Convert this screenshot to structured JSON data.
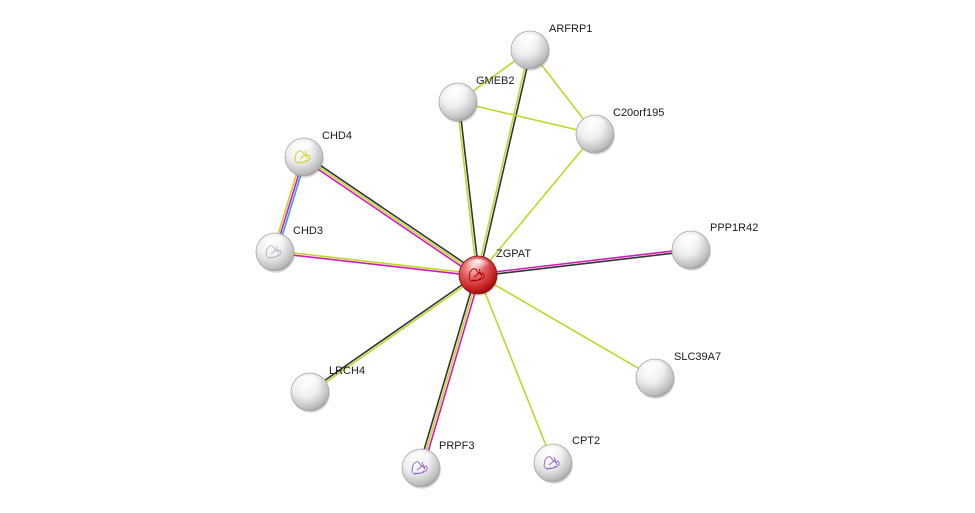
{
  "nodes": [
    {
      "id": "ZGPAT",
      "label": "ZGPAT",
      "kind": "query",
      "glyph": "structure-red"
    },
    {
      "id": "ARFRP1",
      "label": "ARFRP1",
      "kind": "neighbor",
      "glyph": "none"
    },
    {
      "id": "GMEB2",
      "label": "GMEB2",
      "kind": "neighbor",
      "glyph": "none"
    },
    {
      "id": "C20orf195",
      "label": "C20orf195",
      "kind": "neighbor",
      "glyph": "none"
    },
    {
      "id": "CHD4",
      "label": "CHD4",
      "kind": "neighbor",
      "glyph": "structure-yellow"
    },
    {
      "id": "CHD3",
      "label": "CHD3",
      "kind": "neighbor",
      "glyph": "structure-gray"
    },
    {
      "id": "PPP1R42",
      "label": "PPP1R42",
      "kind": "neighbor",
      "glyph": "none"
    },
    {
      "id": "SLC39A7",
      "label": "SLC39A7",
      "kind": "neighbor",
      "glyph": "none"
    },
    {
      "id": "LRCH4",
      "label": "LRCH4",
      "kind": "neighbor",
      "glyph": "none"
    },
    {
      "id": "PRPF3",
      "label": "PRPF3",
      "kind": "neighbor",
      "glyph": "structure-purple"
    },
    {
      "id": "CPT2",
      "label": "CPT2",
      "kind": "neighbor",
      "glyph": "structure-purple"
    }
  ],
  "edges": [
    {
      "from": "ZGPAT",
      "to": "ARFRP1",
      "evidence": [
        "textmining",
        "coexpression"
      ]
    },
    {
      "from": "ZGPAT",
      "to": "GMEB2",
      "evidence": [
        "textmining",
        "coexpression"
      ]
    },
    {
      "from": "ZGPAT",
      "to": "C20orf195",
      "evidence": [
        "textmining"
      ]
    },
    {
      "from": "ZGPAT",
      "to": "CHD4",
      "evidence": [
        "experiments",
        "textmining",
        "coexpression"
      ]
    },
    {
      "from": "ZGPAT",
      "to": "CHD3",
      "evidence": [
        "experiments",
        "textmining"
      ]
    },
    {
      "from": "ZGPAT",
      "to": "PPP1R42",
      "evidence": [
        "experiments",
        "coexpression"
      ]
    },
    {
      "from": "ZGPAT",
      "to": "SLC39A7",
      "evidence": [
        "textmining"
      ]
    },
    {
      "from": "ZGPAT",
      "to": "LRCH4",
      "evidence": [
        "textmining",
        "coexpression"
      ]
    },
    {
      "from": "ZGPAT",
      "to": "PRPF3",
      "evidence": [
        "experiments",
        "textmining",
        "coexpression"
      ]
    },
    {
      "from": "ZGPAT",
      "to": "CPT2",
      "evidence": [
        "textmining"
      ]
    },
    {
      "from": "CHD4",
      "to": "CHD3",
      "evidence": [
        "database",
        "experiments",
        "textmining"
      ]
    },
    {
      "from": "ARFRP1",
      "to": "GMEB2",
      "evidence": [
        "textmining"
      ]
    },
    {
      "from": "ARFRP1",
      "to": "C20orf195",
      "evidence": [
        "textmining"
      ]
    },
    {
      "from": "GMEB2",
      "to": "C20orf195",
      "evidence": [
        "textmining"
      ]
    }
  ],
  "evidence_colors": {
    "textmining": "#c0d62a",
    "coexpression": "#333333",
    "experiments": "#d11ab8",
    "database": "#3da0e0"
  },
  "node_colors": {
    "query": "#e01c1c",
    "neighbor": "#d8d8d8"
  }
}
